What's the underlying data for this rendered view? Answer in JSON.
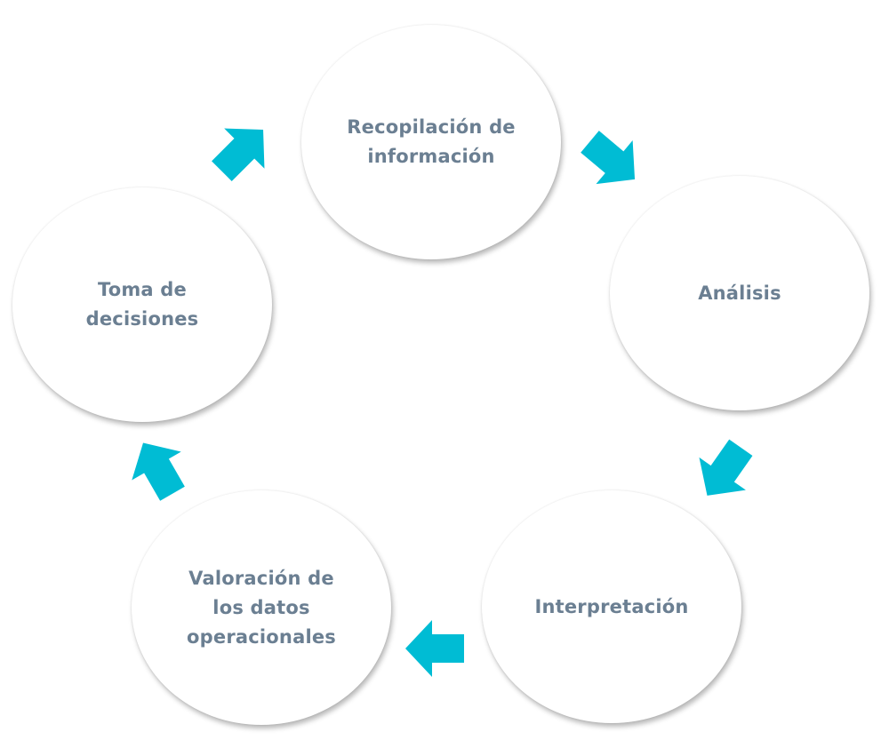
{
  "diagram": {
    "type": "cycle",
    "arrow_color": "#00bcd4",
    "label_color": "#6b7f92",
    "nodes": [
      {
        "id": "recopilacion",
        "label": "Recopilación de\ninformación"
      },
      {
        "id": "analisis",
        "label": "Análisis"
      },
      {
        "id": "interpretacion",
        "label": "Interpretación"
      },
      {
        "id": "valoracion",
        "label": "Valoración de\nlos datos\noperacionales"
      },
      {
        "id": "toma",
        "label": "Toma de\ndecisiones"
      }
    ],
    "edges": [
      {
        "from": "recopilacion",
        "to": "analisis"
      },
      {
        "from": "analisis",
        "to": "interpretacion"
      },
      {
        "from": "interpretacion",
        "to": "valoracion"
      },
      {
        "from": "valoracion",
        "to": "toma"
      },
      {
        "from": "toma",
        "to": "recopilacion"
      }
    ]
  }
}
